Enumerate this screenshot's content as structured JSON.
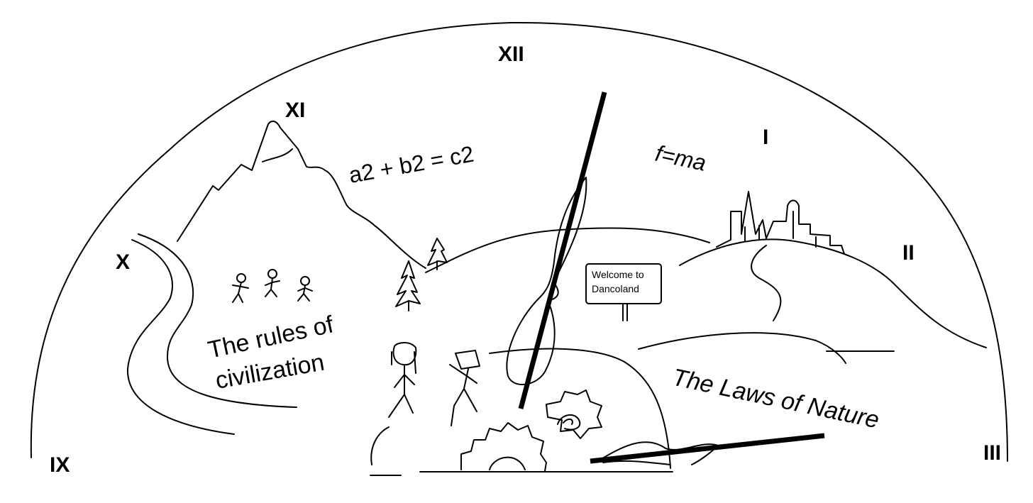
{
  "numerals": {
    "xii": "XII",
    "xi": "XI",
    "x": "X",
    "ix": "IX",
    "i": "I",
    "ii": "II",
    "iii": "III"
  },
  "formulas": {
    "pythagoras": "a2 + b2 = c2",
    "newton": "f=ma"
  },
  "captions": {
    "civilization_line1": "The rules of",
    "civilization_line2": "civilization",
    "nature": "The Laws of Nature"
  },
  "sign": {
    "line1": "Welcome to",
    "line2": "Dancoland"
  }
}
